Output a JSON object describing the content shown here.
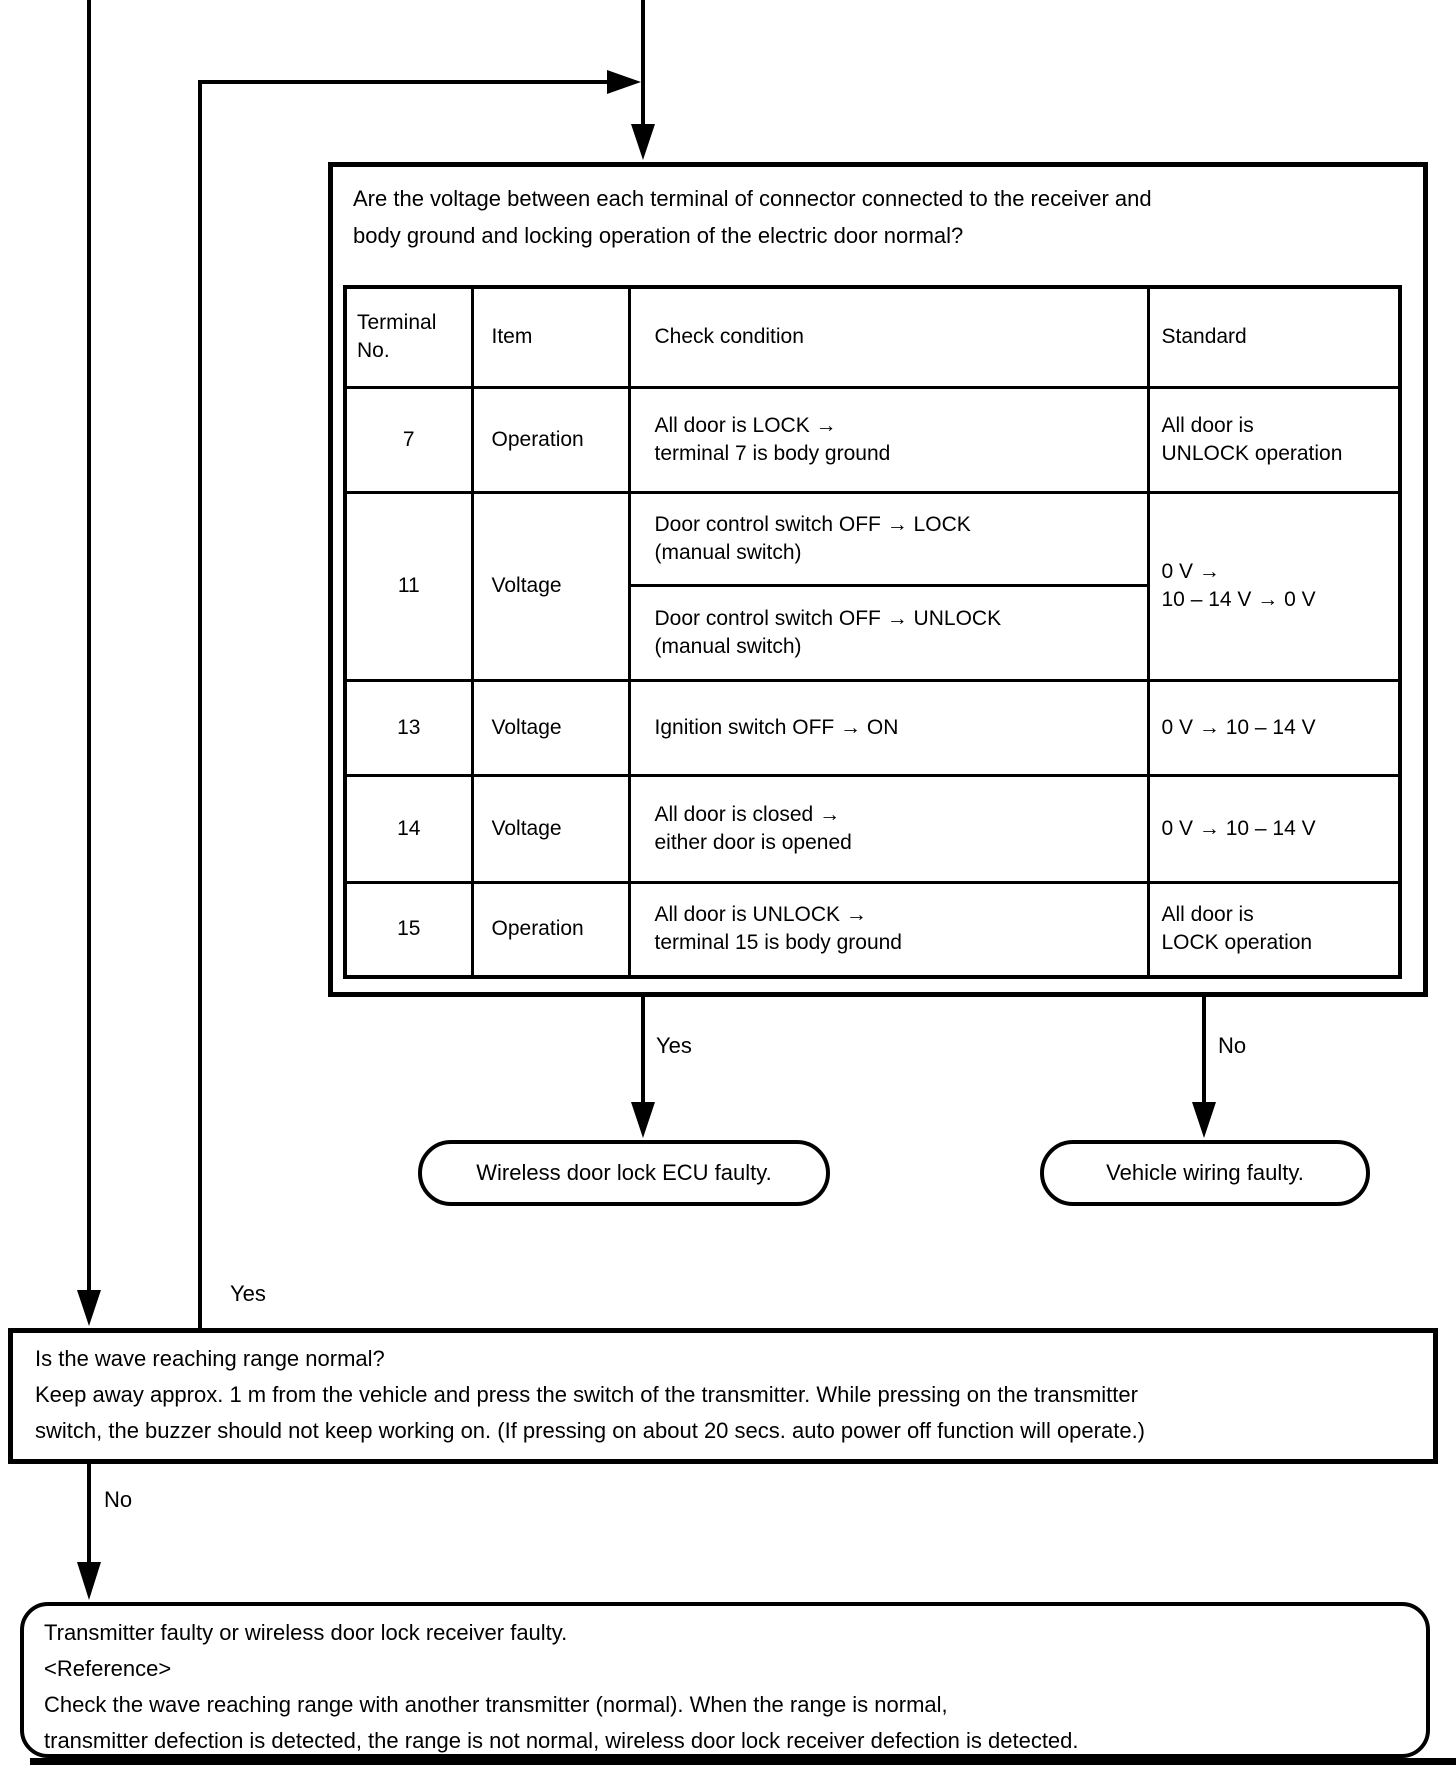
{
  "question_box": {
    "question": "Are the voltage between each terminal of connector connected to the receiver and\nbody ground and locking operation of the electric door normal?",
    "table": {
      "headers": {
        "terminal": "Terminal\nNo.",
        "item": "Item",
        "check": "Check condition",
        "standard": "Standard"
      },
      "rows": [
        {
          "terminal": "7",
          "item": "Operation",
          "check": "All door is LOCK →\nterminal 7 is body ground",
          "standard": "All door is\nUNLOCK operation"
        },
        {
          "terminal": "11",
          "item": "Voltage",
          "check_a": "Door control switch OFF → LOCK\n(manual switch)",
          "check_b": "Door control switch OFF → UNLOCK\n(manual switch)",
          "standard": "0 V →\n10 – 14 V → 0 V"
        },
        {
          "terminal": "13",
          "item": "Voltage",
          "check": "Ignition switch OFF → ON",
          "standard": "0 V → 10 – 14 V"
        },
        {
          "terminal": "14",
          "item": "Voltage",
          "check": "All door is closed →\neither door is opened",
          "standard": "0 V → 10 – 14 V"
        },
        {
          "terminal": "15",
          "item": "Operation",
          "check": "All door is UNLOCK →\nterminal 15 is body ground",
          "standard": "All door is\nLOCK operation"
        }
      ]
    },
    "branch_yes_label": "Yes",
    "branch_no_label": "No"
  },
  "results": {
    "ecu_faulty": "Wireless door lock ECU faulty.",
    "wiring_faulty": "Vehicle wiring faulty."
  },
  "wave_box": {
    "text": "Is the wave reaching range normal?\nKeep away approx. 1 m from the vehicle and press the switch of the transmitter. While pressing on the transmitter\nswitch, the buzzer should not keep working on. (If pressing on about 20 secs. auto power off function will operate.)",
    "loopback_yes_label": "Yes",
    "branch_no_label": "No"
  },
  "bottom_box": {
    "text": "Transmitter faulty or wireless door lock receiver faulty.\n<Reference>\nCheck the wave reaching range with another transmitter (normal). When the range is normal,\ntransmitter defection is detected, the range is not normal, wireless door lock receiver defection is detected."
  }
}
